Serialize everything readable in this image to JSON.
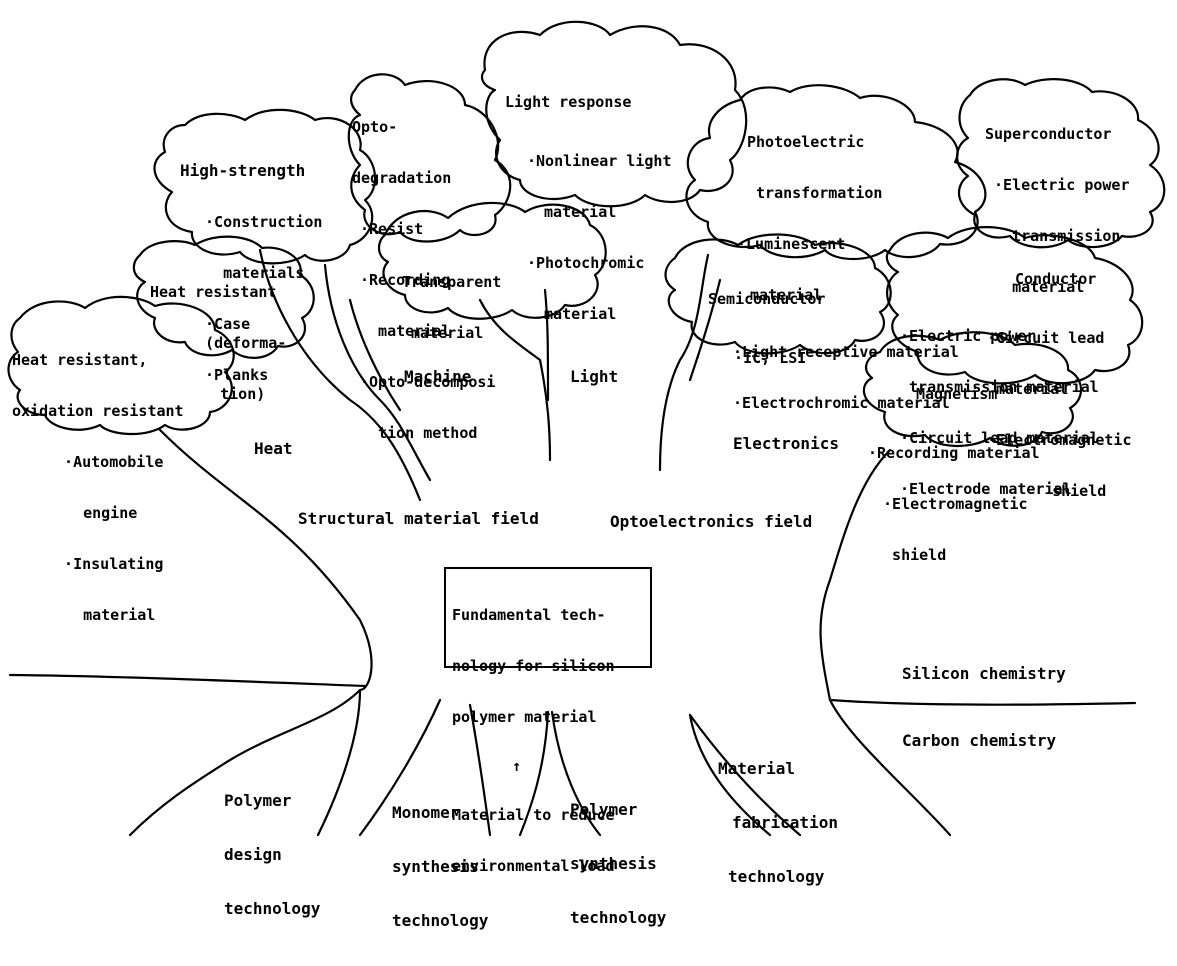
{
  "clouds": {
    "light_response": [
      "Light response",
      "·Nonlinear light",
      " material",
      "·Photochromic",
      " material"
    ],
    "opto_degradation": [
      "Opto-",
      "degradation",
      "·Resist",
      "·Recording",
      "  material",
      "·Opto-decomposi",
      "  tion method"
    ],
    "high_strength": [
      "High-strength",
      " ·Construction",
      "   materials",
      " ·Case",
      " ·Planks"
    ],
    "transparent": [
      "Transparent",
      " material"
    ],
    "heat_resistant_deformation": [
      "Heat resistant",
      "   (deforma-",
      "    tion)"
    ],
    "heat_oxidation": [
      "Heat resistant,",
      "oxidation resistant",
      "  ·Automobile",
      "   engine",
      "  ·Insulating",
      "   material"
    ],
    "photoelectric": [
      "Photoelectric",
      " transformation",
      "·Luminescent",
      " material",
      "·Light receptive material",
      "·Electrochromic material"
    ],
    "superconductor": [
      "Superconductor",
      " ·Electric power",
      "   transmission",
      "   material",
      "·Circuit lead",
      " material",
      "·Electromagnetic",
      "   shield"
    ],
    "semiconductor": [
      "Semiconductor",
      "  ·IC, LSI"
    ],
    "conductor": [
      "Conductor",
      "·Electric power",
      " transmission material",
      "·Circuit lead material",
      "·Electrode material"
    ],
    "magnetism": [
      "Magnetism",
      "·Recording material",
      " ·Electromagnetic",
      "  shield"
    ]
  },
  "branches": {
    "machine": "Machine",
    "light": "Light",
    "heat": "Heat",
    "electronics": "Electronics"
  },
  "fields": {
    "structural": "Structural material field",
    "optoelectronics": "Optoelectronics field"
  },
  "core": {
    "lines": [
      "Fundamental tech-",
      "nology for silicon",
      "polymer material"
    ],
    "arrow": "↑",
    "lines2": [
      "Material to reduce",
      "environmental load"
    ]
  },
  "ground": {
    "silicon": "Silicon chemistry",
    "carbon": "Carbon chemistry"
  },
  "roots": {
    "polymer_design": [
      "Polymer",
      "design",
      "technology"
    ],
    "monomer_synthesis": [
      "Monomer",
      "synthesis",
      "technology"
    ],
    "polymer_synthesis": [
      "Polymer",
      "synthesis",
      "technology"
    ],
    "material_fabrication": [
      "Material",
      "fabrication",
      "technology"
    ]
  }
}
